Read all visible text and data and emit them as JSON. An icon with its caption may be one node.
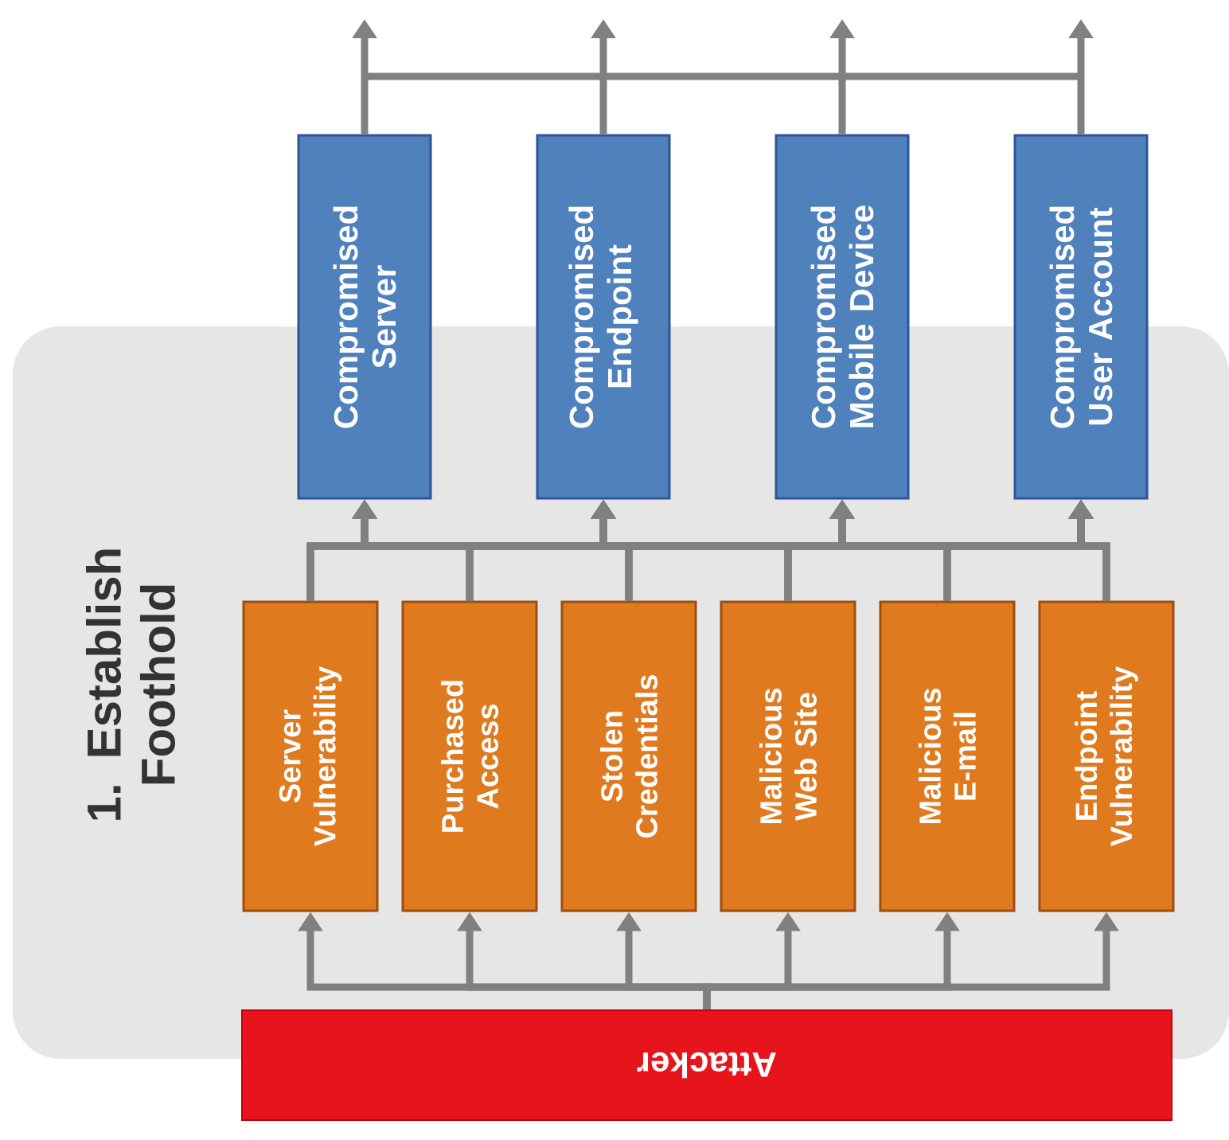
{
  "diagram": {
    "nodes": [
      {
        "text": [
          "1. Establish Foothold"
        ]
      },
      {
        "text": [
          "Compromised Server"
        ]
      },
      {
        "text": [
          "Compromised Endpoint"
        ]
      },
      {
        "text": [
          "Compromised Mobile Device"
        ]
      },
      {
        "text": [
          "Compromised User Account"
        ]
      },
      {
        "text": [
          "Server Vulnerability"
        ],
        "in": 0
      },
      {
        "text": [
          "Purchased Access"
        ],
        "in": 0
      },
      {
        "text": [
          "Stolen Credentials"
        ],
        "in": 0
      },
      {
        "text": [
          "Malicious Web Site"
        ],
        "in": 0
      },
      {
        "text": [
          "Malicious E-mail"
        ],
        "in": 0
      },
      {
        "text": [
          "Endpoint Vulnerability"
        ],
        "in": 0
      },
      {
        "text": [
          "Attacker"
        ]
      }
    ],
    "edges": [
      {
        "from": 11,
        "to": 5,
        "arrow": "to"
      },
      {
        "from": 11,
        "to": 6,
        "arrow": "to"
      },
      {
        "from": 11,
        "to": 7,
        "arrow": "to"
      },
      {
        "from": 11,
        "to": 8,
        "arrow": "to"
      },
      {
        "from": 11,
        "to": 9,
        "arrow": "to"
      },
      {
        "from": 11,
        "to": 10,
        "arrow": "to"
      },
      {
        "from": 5,
        "to": 1,
        "arrow": "to"
      },
      {
        "from": 5,
        "to": 2,
        "arrow": "to"
      },
      {
        "from": 5,
        "to": 3,
        "arrow": "to"
      },
      {
        "from": 5,
        "to": 4,
        "arrow": "to"
      },
      {
        "from": 6,
        "to": 1,
        "arrow": "to"
      },
      {
        "from": 6,
        "to": 2,
        "arrow": "to"
      },
      {
        "from": 6,
        "to": 3,
        "arrow": "to"
      },
      {
        "from": 6,
        "to": 4,
        "arrow": "to"
      },
      {
        "from": 7,
        "to": 1,
        "arrow": "to"
      },
      {
        "from": 7,
        "to": 2,
        "arrow": "to"
      },
      {
        "from": 7,
        "to": 3,
        "arrow": "to"
      },
      {
        "from": 7,
        "to": 4,
        "arrow": "to"
      },
      {
        "from": 8,
        "to": 1,
        "arrow": "to"
      },
      {
        "from": 8,
        "to": 2,
        "arrow": "to"
      },
      {
        "from": 8,
        "to": 3,
        "arrow": "to"
      },
      {
        "from": 8,
        "to": 4,
        "arrow": "to"
      },
      {
        "from": 9,
        "to": 1,
        "arrow": "to"
      },
      {
        "from": 9,
        "to": 2,
        "arrow": "to"
      },
      {
        "from": 9,
        "to": 3,
        "arrow": "to"
      },
      {
        "from": 9,
        "to": 4,
        "arrow": "to"
      },
      {
        "from": 10,
        "to": 1,
        "arrow": "to"
      },
      {
        "from": 10,
        "to": 2,
        "arrow": "to"
      },
      {
        "from": 10,
        "to": 3,
        "arrow": "to"
      },
      {
        "from": 10,
        "to": 4,
        "arrow": "to"
      },
      {
        "from": 1,
        "to": null,
        "arrow": "to"
      },
      {
        "from": 2,
        "to": null,
        "arrow": "to"
      },
      {
        "from": 3,
        "to": null,
        "arrow": "to"
      },
      {
        "from": 4,
        "to": null,
        "arrow": "to"
      }
    ]
  }
}
